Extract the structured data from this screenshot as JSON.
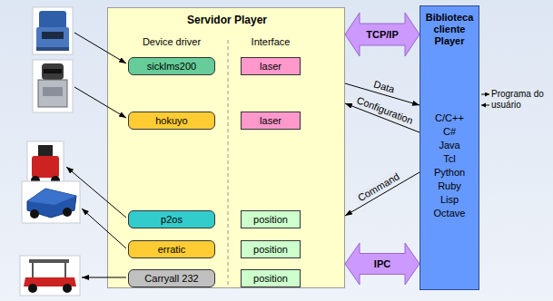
{
  "diagram": {
    "nodes": [
      {
        "text": [
          "Servidor Player",
          "Device driver",
          "Interface"
        ]
      },
      {
        "text": [
          "sicklms200"
        ],
        "in": 0
      },
      {
        "text": [
          "laser"
        ],
        "in": 0
      },
      {
        "text": [
          "hokuyo"
        ],
        "in": 0
      },
      {
        "text": [
          "laser"
        ],
        "in": 0
      },
      {
        "text": [
          "p2os"
        ],
        "in": 0
      },
      {
        "text": [
          "position"
        ],
        "in": 0
      },
      {
        "text": [
          "erratic"
        ],
        "in": 0
      },
      {
        "text": [
          "position"
        ],
        "in": 0
      },
      {
        "text": [
          "Carryall 232"
        ],
        "in": 0
      },
      {
        "text": [
          "position"
        ],
        "in": 0
      },
      {
        "text": [
          "Biblioteca cliente Player",
          "C/C++",
          "C#",
          "Java",
          "Tcl",
          "Python",
          "Ruby",
          "Lisp",
          "Octave"
        ]
      }
    ],
    "edges": [
      {
        "from": 0,
        "to": 11,
        "label": "TCP/IP",
        "arrow": "both"
      },
      {
        "from": 0,
        "to": 11,
        "label": "Data",
        "arrow": "to"
      },
      {
        "from": 11,
        "to": 0,
        "label": "Configuration",
        "arrow": "to"
      },
      {
        "from": 11,
        "to": 0,
        "label": "Command",
        "arrow": "to"
      },
      {
        "from": 0,
        "to": 11,
        "label": "IPC",
        "arrow": "both"
      }
    ],
    "labels": [
      "Programa do usuário"
    ]
  }
}
